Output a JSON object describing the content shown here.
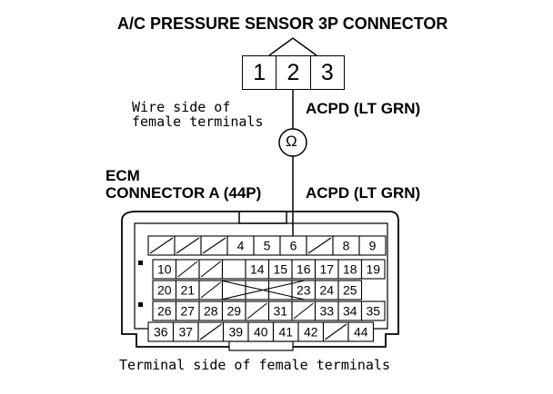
{
  "top_connector": {
    "title": "A/C PRESSURE SENSOR 3P CONNECTOR",
    "pins": [
      "1",
      "2",
      "3"
    ]
  },
  "labels": {
    "wire_side_line1": "Wire side of",
    "wire_side_line2": "female terminals",
    "acpd_top": "ACPD (LT GRN)",
    "ohm_symbol": "Ω",
    "ecm_line1": "ECM",
    "ecm_line2": "CONNECTOR A (44P)",
    "acpd_bottom": "ACPD (LT GRN)",
    "terminal_side": "Terminal side of female terminals"
  },
  "ecm_connector": {
    "rows": [
      [
        "/",
        "/",
        "/",
        "4",
        "5",
        "6",
        "/",
        "8",
        "9"
      ],
      [
        "10",
        "/",
        "/",
        "",
        "14",
        "15",
        "16",
        "17",
        "18",
        "19"
      ],
      [
        "20",
        "21",
        "/",
        "",
        "",
        "",
        "23",
        "24",
        "25"
      ],
      [
        "26",
        "27",
        "28",
        "29",
        "/",
        "31",
        "/",
        "33",
        "34",
        "35"
      ],
      [
        "36",
        "37",
        "/",
        "39",
        "40",
        "41",
        "42",
        "/",
        "44"
      ]
    ]
  }
}
